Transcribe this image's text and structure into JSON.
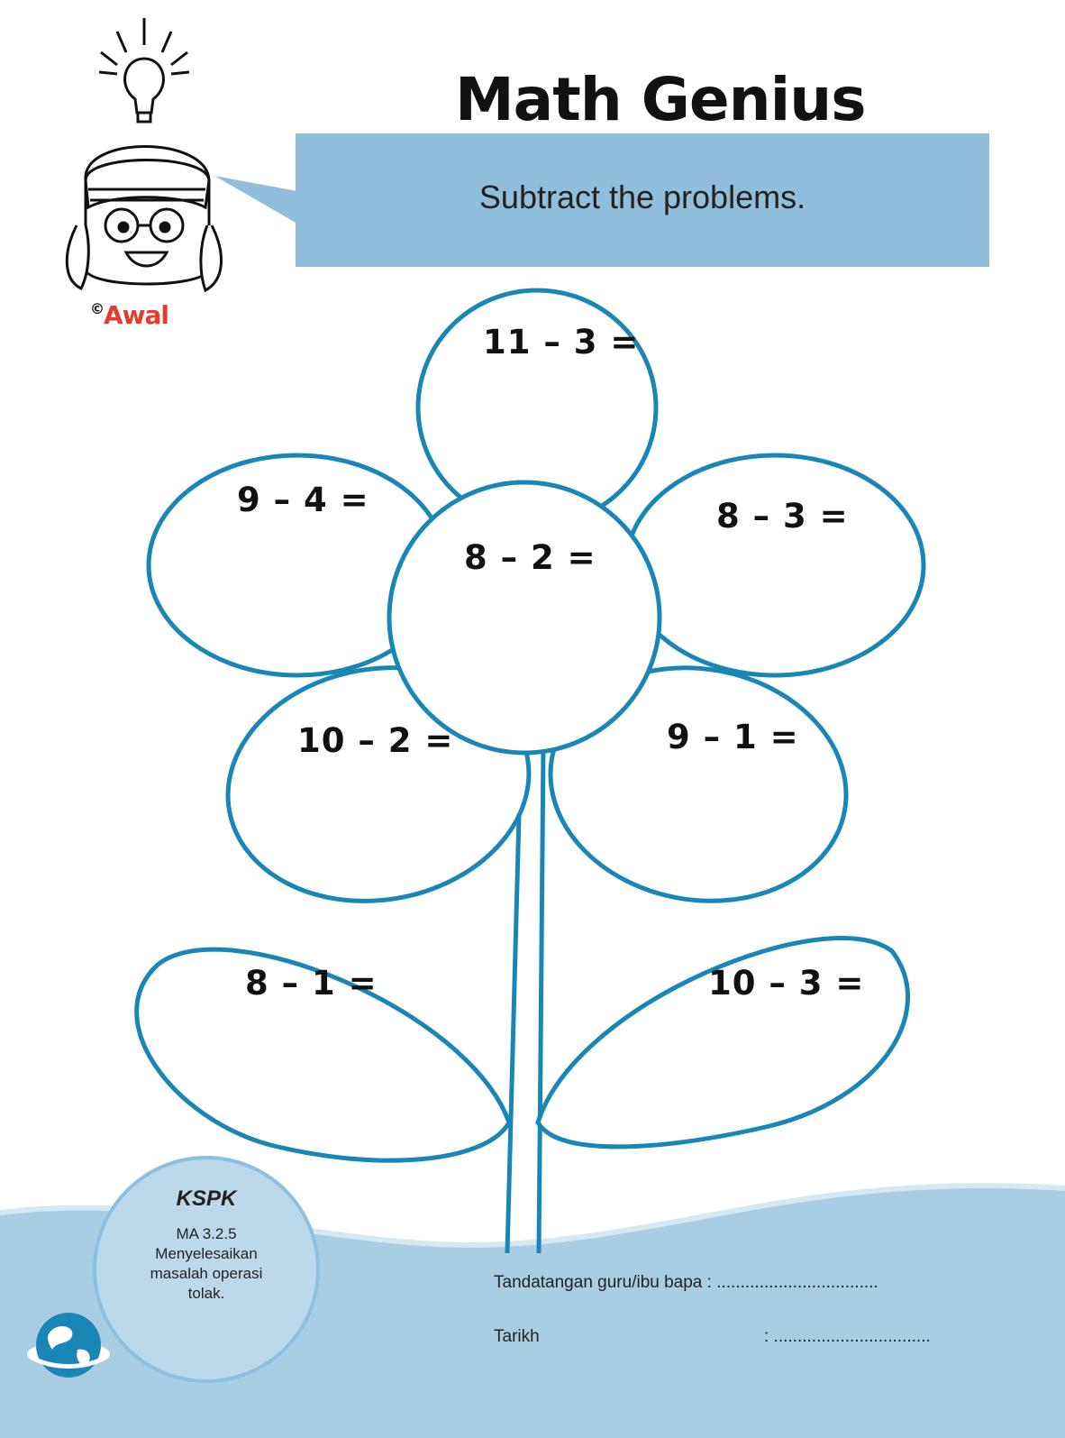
{
  "header": {
    "title": "Math Genius",
    "instruction": "Subtract the problems."
  },
  "logo": {
    "copyright": "©",
    "name": "Awal"
  },
  "problems": [
    {
      "label": "11 – 3 ="
    },
    {
      "label": "9 – 4 ="
    },
    {
      "label": "8 – 3 ="
    },
    {
      "label": "8 – 2 ="
    },
    {
      "label": "10 – 2 ="
    },
    {
      "label": "9 – 1 ="
    },
    {
      "label": "8 – 1 ="
    },
    {
      "label": "10 – 3 ="
    }
  ],
  "kspk": {
    "title": "KSPK",
    "line1": "MA 3.2.5",
    "line2": "Menyelesaikan",
    "line3": "masalah operasi",
    "line4": "tolak."
  },
  "footer": {
    "signature_label": "Tandatangan guru/ibu bapa : ..................................",
    "date_label": "Tarikh",
    "date_dots": ": ................................."
  },
  "colors": {
    "petal_stroke": "#1a86b6",
    "banner": "#91bedb",
    "footer_wave": "#a9cde3",
    "kspk_circle": "#bcd9ec"
  }
}
